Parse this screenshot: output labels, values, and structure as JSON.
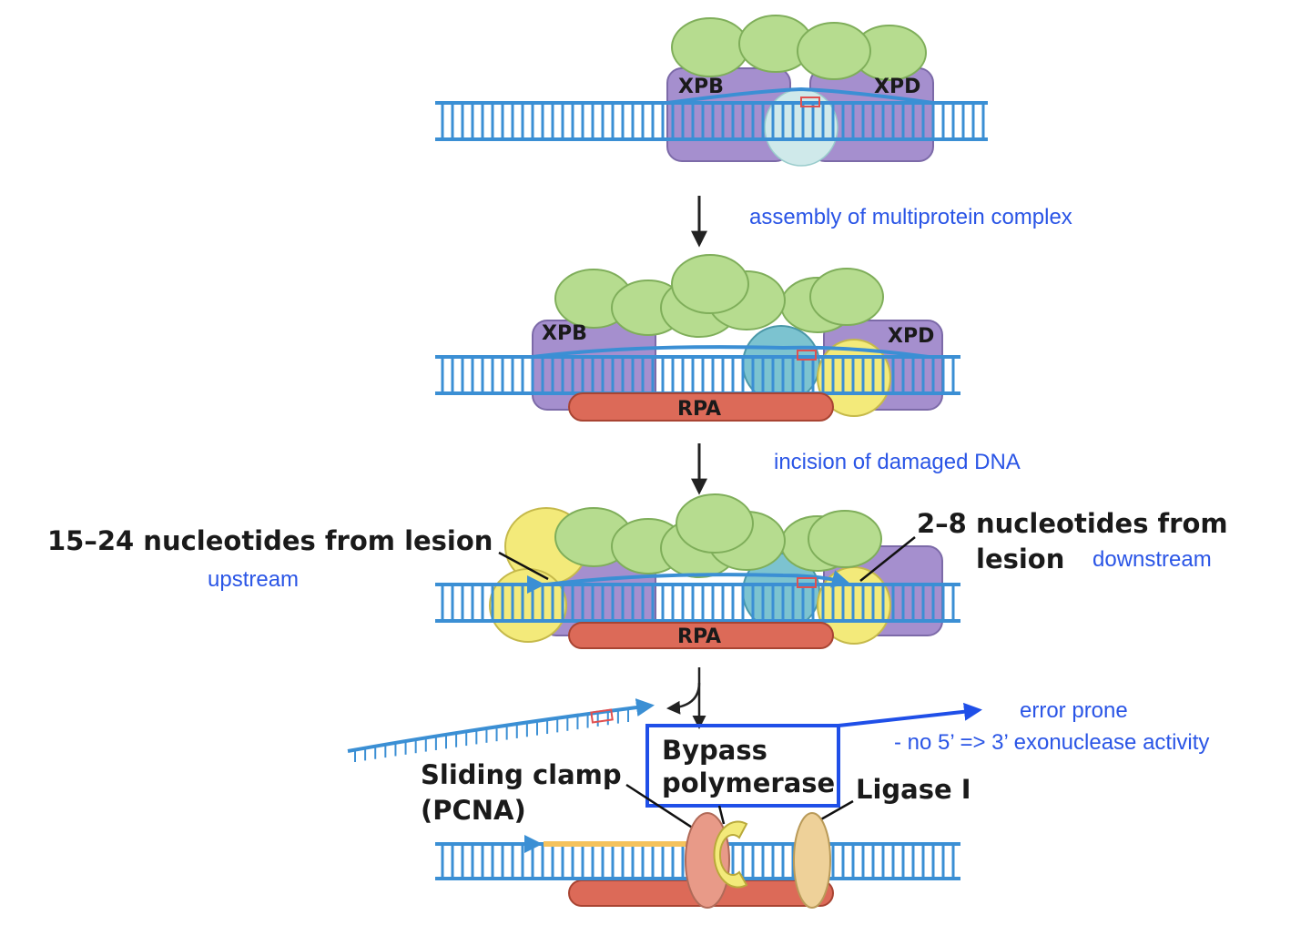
{
  "colors": {
    "dna_blue": "#3b8fd4",
    "annotation_blue": "#2a55e6",
    "tfiih_green": "#b6dc8f",
    "xpb_xpd_purple": "#a58fce",
    "rpa_red": "#dc6a58",
    "xpg_teal": "#7cc3d0",
    "xpf_yellow": "#f3ea7a",
    "pcna_salmon": "#e89a88",
    "ligase_tan": "#eed199",
    "new_dna_orange": "#f5c25c"
  },
  "panel1": {
    "xpb": "XPB",
    "xpd": "XPD"
  },
  "step1": {
    "label": "assembly of multiprotein complex"
  },
  "panel2": {
    "xpb": "XPB",
    "xpd": "XPD",
    "rpa": "RPA"
  },
  "step2": {
    "label": "incision of damaged DNA"
  },
  "panel3": {
    "upstream_label": "15–24 nucleotides from lesion",
    "upstream_word": "upstream",
    "downstream_label_line1": "2–8 nucleotides from",
    "downstream_label_line2": "lesion",
    "downstream_word": "downstream",
    "rpa": "RPA"
  },
  "panel4": {
    "bypass_line1": "Bypass",
    "bypass_line2": "polymerase",
    "sliding_clamp_line1": "Sliding clamp",
    "sliding_clamp_line2": "(PCNA)",
    "ligase": "Ligase I",
    "error_line1": "error prone",
    "error_line2": "- no 5’ => 3’ exonuclease activity"
  }
}
